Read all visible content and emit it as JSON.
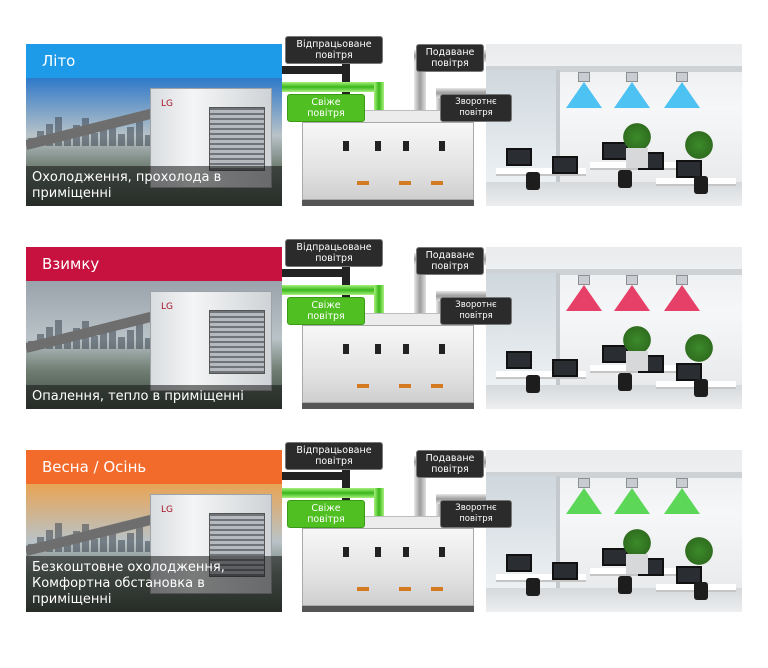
{
  "rows": [
    {
      "season": "Літо",
      "season_color": "#1d9be8",
      "caption": "Охолодження, прохолода в приміщенні",
      "airflow_color": "#2fb8f2",
      "sky": "#2f79c9"
    },
    {
      "season": "Взимку",
      "season_color": "#c7123f",
      "caption": "Опалення, тепло в приміщенні",
      "airflow_color": "#e3204f",
      "sky": "#9aa3ab"
    },
    {
      "season": "Весна / Осінь",
      "season_color": "#f26b2a",
      "caption": "Безкоштовне охолодження, Комфортна обстановка в приміщенні",
      "airflow_color": "#41d13c",
      "sky": "#e8a455"
    }
  ],
  "labels": {
    "exhaust_air": "Відпрацьоване повітря",
    "fresh_air": "Свіже повітря",
    "supply_air": "Подаване повітря",
    "return_air": "Зворотнє повітря"
  },
  "brand": "LG",
  "icons": [
    "outdoor-unit",
    "air-handling-unit",
    "ceiling-diffuser"
  ]
}
